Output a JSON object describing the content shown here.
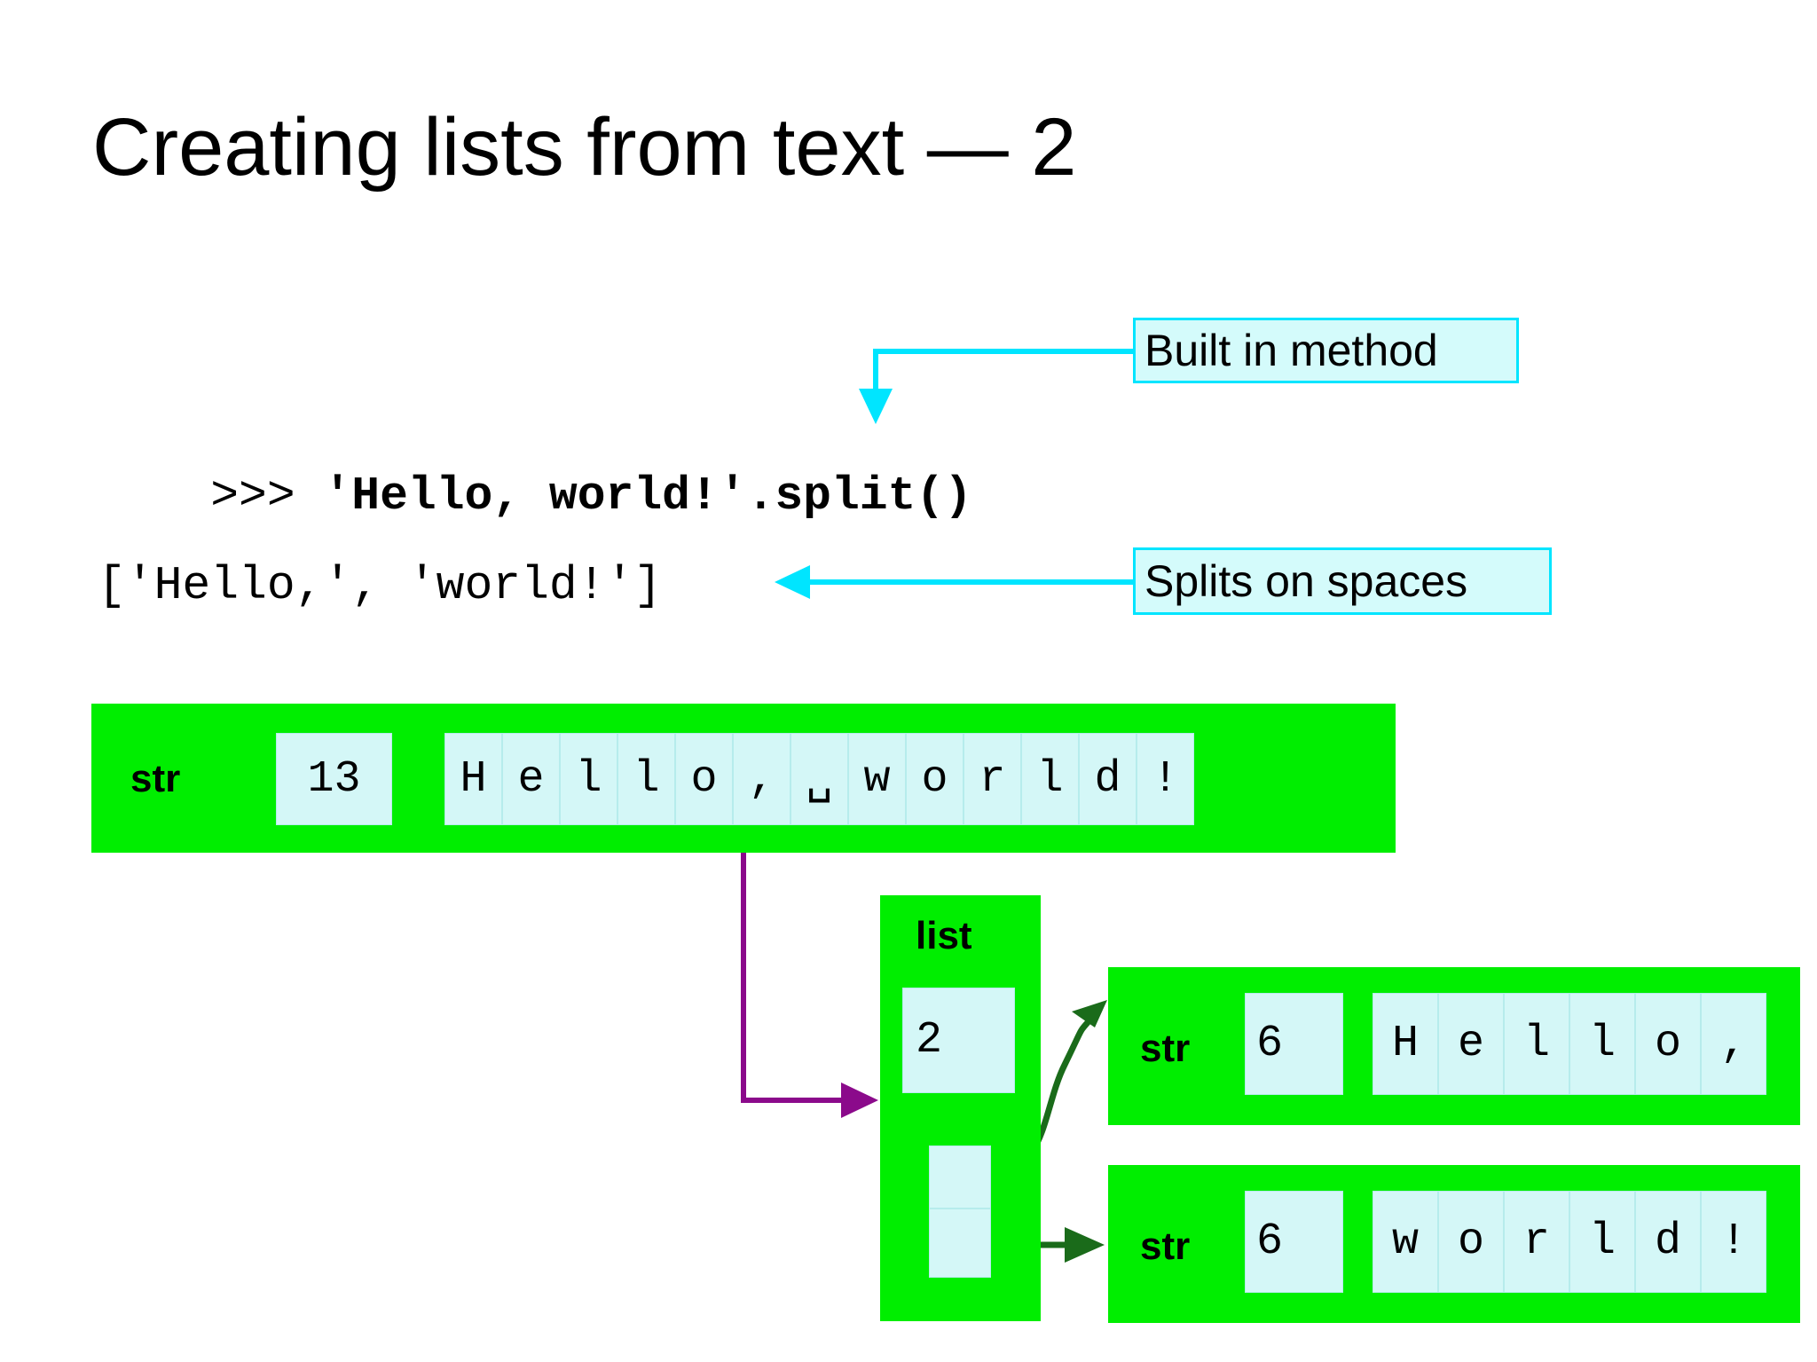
{
  "slide": {
    "title": "Creating lists from text — 2",
    "background_color": "#ffffff"
  },
  "code": {
    "prompt_symbol": ">>> ",
    "prompt_expression": "'Hello, world!'.split()",
    "result": "['Hello,', 'world!']"
  },
  "callouts": [
    {
      "id": "built-in-method",
      "label": "Built in method"
    },
    {
      "id": "splits-on-spaces",
      "label": "Splits on spaces"
    }
  ],
  "colors": {
    "object_green": "#00ee00",
    "cell_cyan": "#d4f7f7",
    "callout_fill": "#d4fbfb",
    "callout_border": "#00e5ff",
    "callout_arrow": "#00e5ff",
    "ref_arrow_purple": "#8b0a8b",
    "ref_arrow_green": "#1a6b1a",
    "text": "#000000"
  },
  "objects": {
    "str_main": {
      "type_label": "str",
      "length": "13",
      "chars": [
        "H",
        "e",
        "l",
        "l",
        "o",
        ",",
        "␣",
        "w",
        "o",
        "r",
        "l",
        "d",
        "!"
      ]
    },
    "list": {
      "type_label": "list",
      "length": "2",
      "slots": [
        "",
        ""
      ]
    },
    "str_hello": {
      "type_label": "str",
      "length": "6",
      "chars": [
        "H",
        "e",
        "l",
        "l",
        "o",
        ","
      ]
    },
    "str_world": {
      "type_label": "str",
      "length": "6",
      "chars": [
        "w",
        "o",
        "r",
        "l",
        "d",
        "!"
      ]
    }
  }
}
